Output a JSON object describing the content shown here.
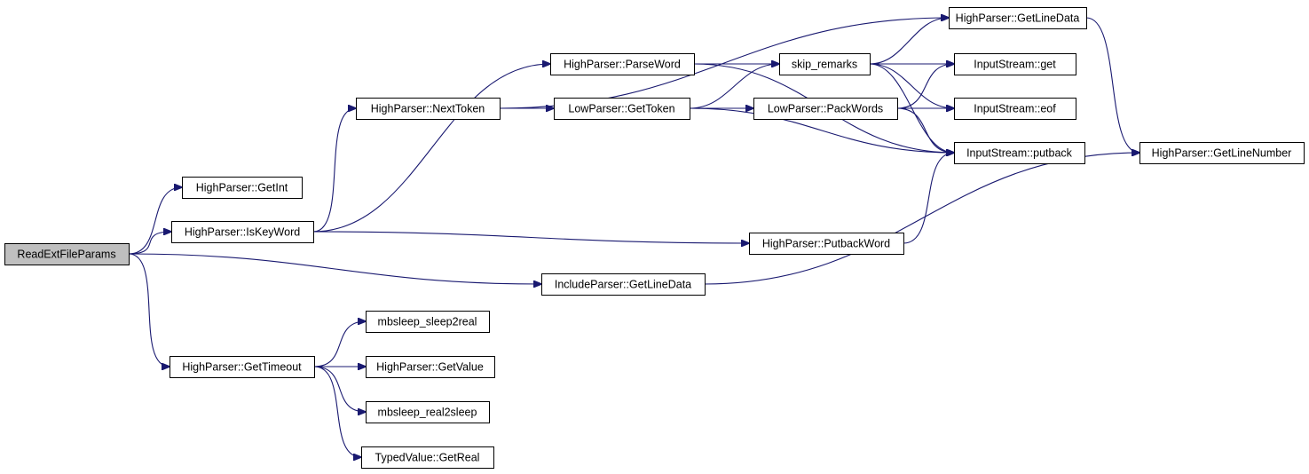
{
  "colors": {
    "edge": "#191970",
    "root_fill": "#bfbfbf",
    "node_fill": "#ffffff"
  },
  "nodes": [
    {
      "id": "read_ext",
      "label": "ReadExtFileParams",
      "root": true
    },
    {
      "id": "getint",
      "label": "HighParser::GetInt"
    },
    {
      "id": "iskeyword",
      "label": "HighParser::IsKeyWord"
    },
    {
      "id": "gettimeout",
      "label": "HighParser::GetTimeout"
    },
    {
      "id": "nexttoken",
      "label": "HighParser::NextToken"
    },
    {
      "id": "parseword",
      "label": "HighParser::ParseWord"
    },
    {
      "id": "gettoken",
      "label": "LowParser::GetToken"
    },
    {
      "id": "include_getline",
      "label": "IncludeParser::GetLineData"
    },
    {
      "id": "skip_remarks",
      "label": "skip_remarks"
    },
    {
      "id": "packwords",
      "label": "LowParser::PackWords"
    },
    {
      "id": "putbackword",
      "label": "HighParser::PutbackWord"
    },
    {
      "id": "hp_getlinedata",
      "label": "HighParser::GetLineData"
    },
    {
      "id": "is_get",
      "label": "InputStream::get"
    },
    {
      "id": "is_eof",
      "label": "InputStream::eof"
    },
    {
      "id": "is_putback",
      "label": "InputStream::putback"
    },
    {
      "id": "getlinenumber",
      "label": "HighParser::GetLineNumber"
    },
    {
      "id": "sleep2real",
      "label": "mbsleep_sleep2real"
    },
    {
      "id": "getvalue",
      "label": "HighParser::GetValue"
    },
    {
      "id": "real2sleep",
      "label": "mbsleep_real2sleep"
    },
    {
      "id": "getreal",
      "label": "TypedValue::GetReal"
    }
  ],
  "edges": [
    [
      "read_ext",
      "getint"
    ],
    [
      "read_ext",
      "iskeyword"
    ],
    [
      "read_ext",
      "include_getline"
    ],
    [
      "read_ext",
      "gettimeout"
    ],
    [
      "iskeyword",
      "nexttoken"
    ],
    [
      "iskeyword",
      "parseword"
    ],
    [
      "iskeyword",
      "putbackword"
    ],
    [
      "nexttoken",
      "gettoken"
    ],
    [
      "nexttoken",
      "hp_getlinedata"
    ],
    [
      "parseword",
      "skip_remarks"
    ],
    [
      "parseword",
      "is_get"
    ],
    [
      "parseword",
      "is_putback"
    ],
    [
      "gettoken",
      "skip_remarks"
    ],
    [
      "gettoken",
      "packwords"
    ],
    [
      "gettoken",
      "is_putback"
    ],
    [
      "skip_remarks",
      "hp_getlinedata"
    ],
    [
      "skip_remarks",
      "is_get"
    ],
    [
      "skip_remarks",
      "is_eof"
    ],
    [
      "skip_remarks",
      "is_putback"
    ],
    [
      "packwords",
      "is_get"
    ],
    [
      "packwords",
      "is_eof"
    ],
    [
      "packwords",
      "is_putback"
    ],
    [
      "putbackword",
      "is_putback"
    ],
    [
      "hp_getlinedata",
      "getlinenumber"
    ],
    [
      "include_getline",
      "getlinenumber"
    ],
    [
      "gettimeout",
      "sleep2real"
    ],
    [
      "gettimeout",
      "getvalue"
    ],
    [
      "gettimeout",
      "real2sleep"
    ],
    [
      "gettimeout",
      "getreal"
    ]
  ]
}
